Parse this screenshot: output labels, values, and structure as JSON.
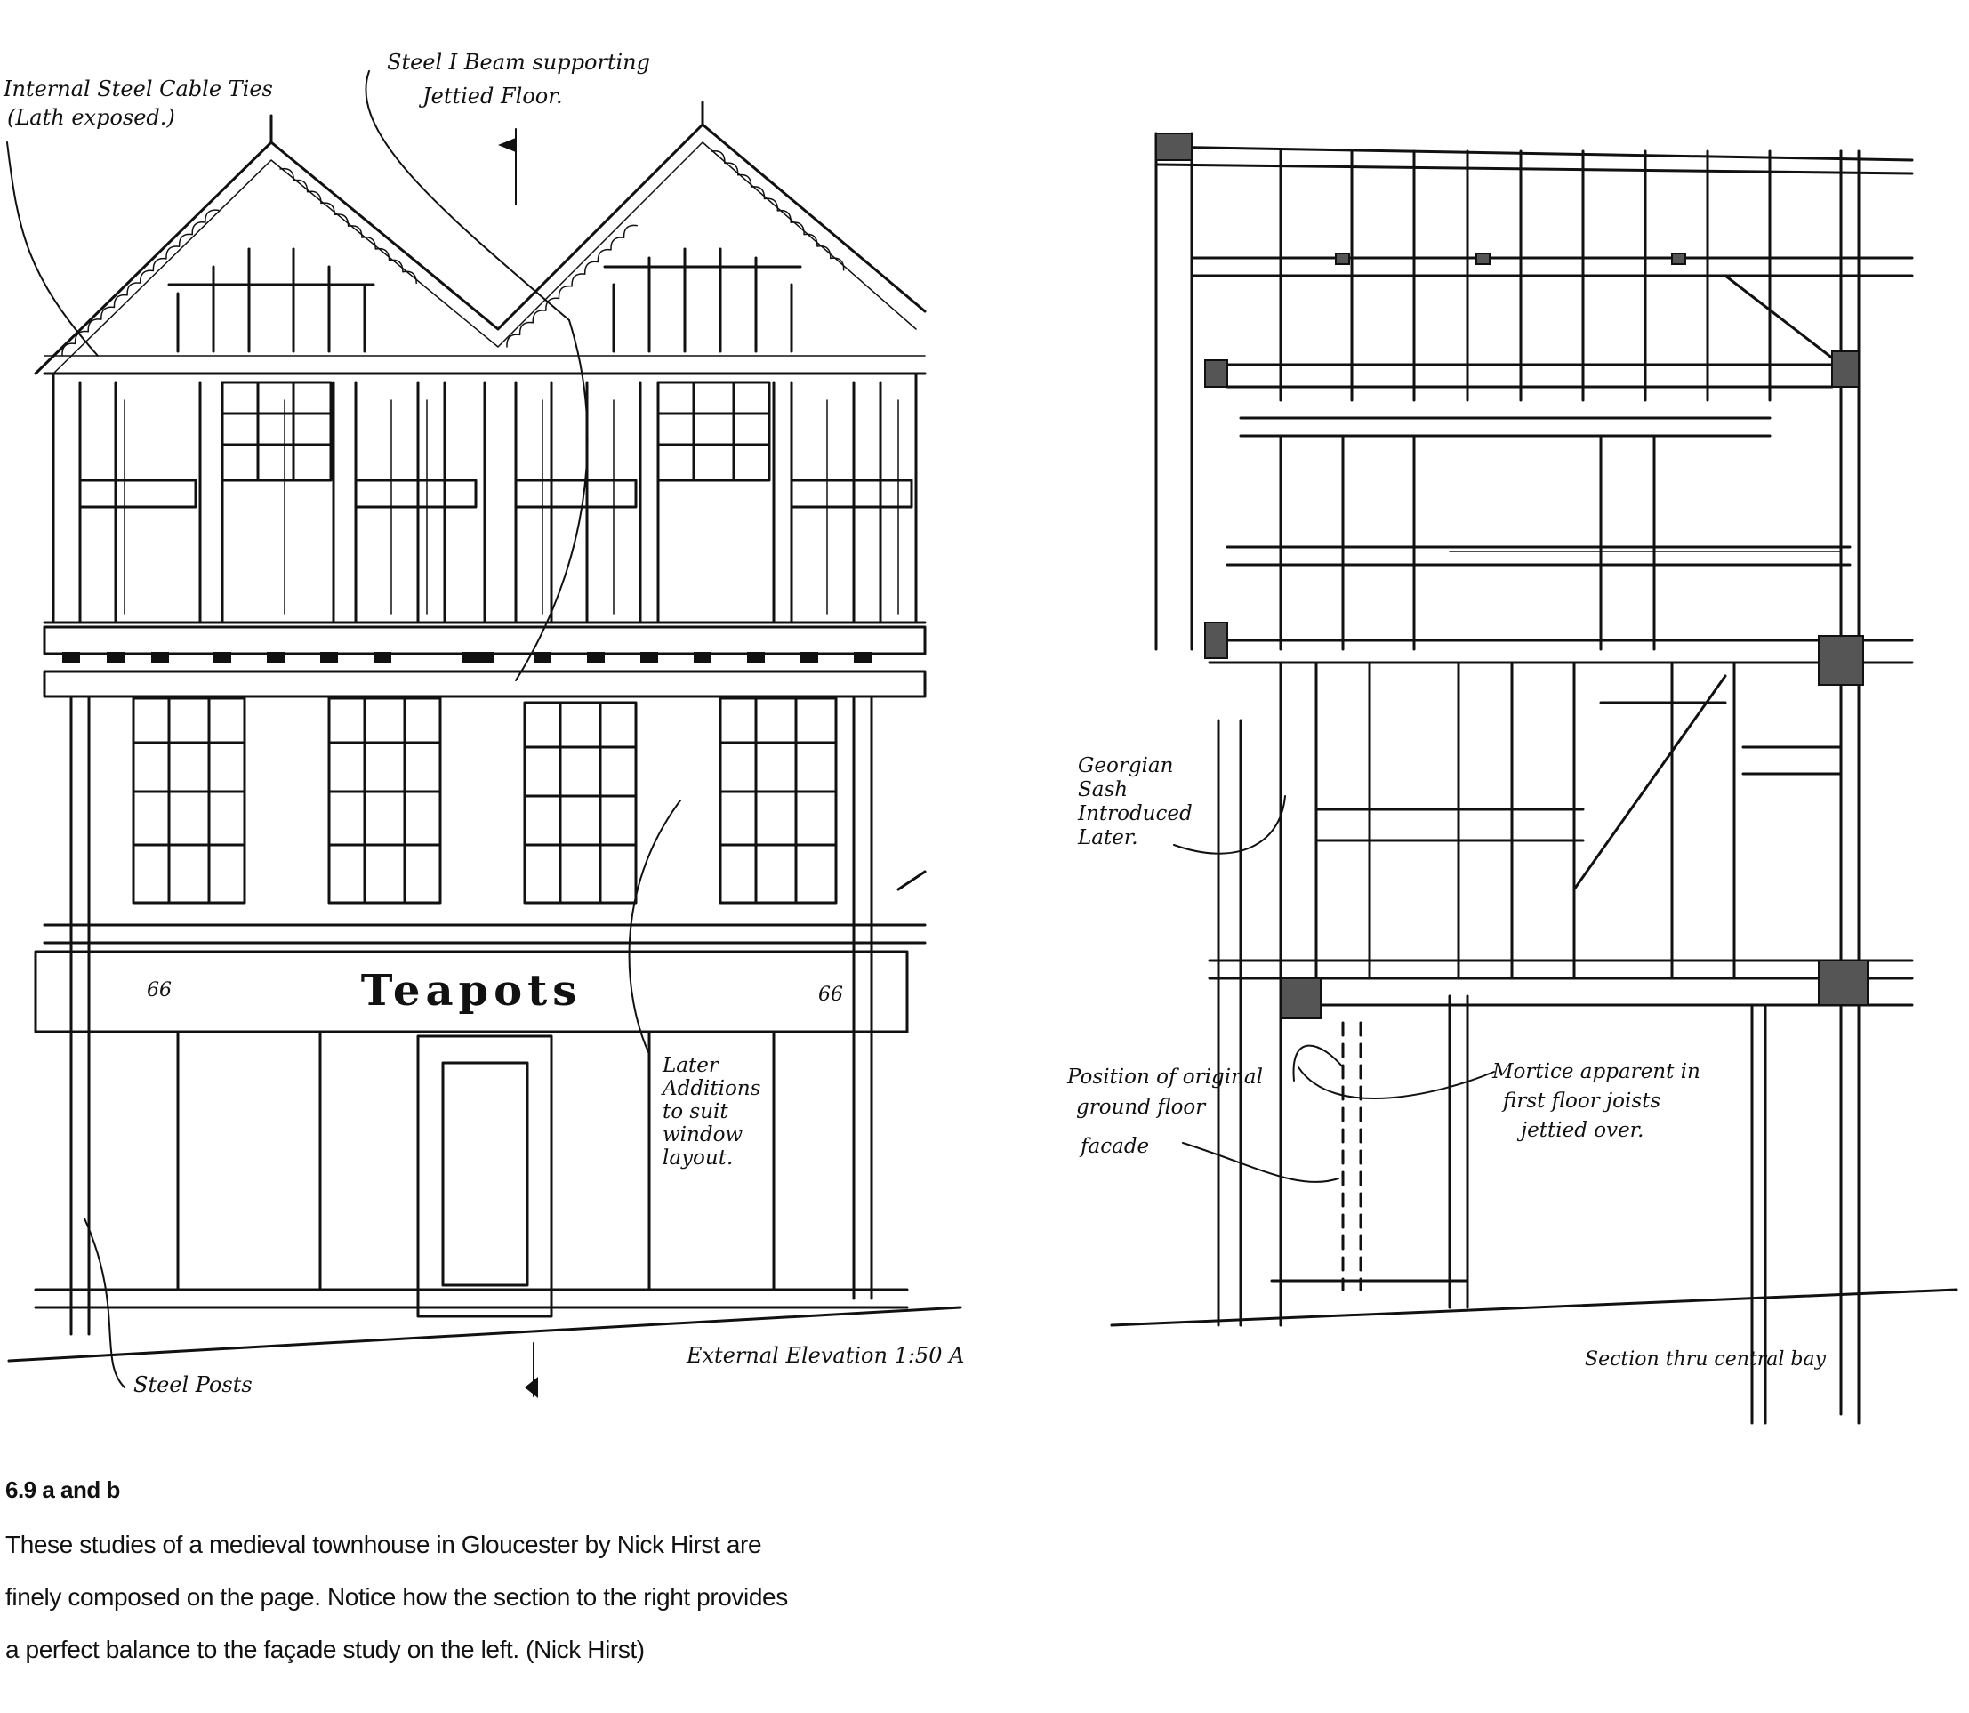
{
  "figure": {
    "elevation": {
      "annotations": {
        "cable_ties_line1": "Internal Steel Cable Ties",
        "cable_ties_line2": "(Lath exposed.)",
        "ibeam_line1": "Steel I Beam supporting",
        "ibeam_line2": "Jettied Floor.",
        "later_additions": [
          "Later",
          "Additions",
          "to suit",
          "window",
          "layout."
        ],
        "steel_posts": "Steel Posts",
        "title": "External Elevation 1:50 A"
      },
      "shop_sign": "Teapots",
      "street_number_left": "66",
      "street_number_right": "66"
    },
    "section": {
      "annotations": {
        "georgian_sash": [
          "Georgian",
          "Sash",
          "Introduced",
          "Later."
        ],
        "original_facade": [
          "Position of original",
          "ground floor",
          "facade"
        ],
        "mortice": [
          "Mortice apparent in",
          "first floor joists",
          "jettied over."
        ],
        "title": "Section thru central bay"
      }
    }
  },
  "caption": {
    "number": "6.9 a and b",
    "lines": [
      "These studies of a medieval townhouse in Gloucester by Nick Hirst are",
      "finely composed on the page. Notice how the section to the right provides",
      "a perfect balance to the façade study on the left. (Nick Hirst)"
    ]
  }
}
